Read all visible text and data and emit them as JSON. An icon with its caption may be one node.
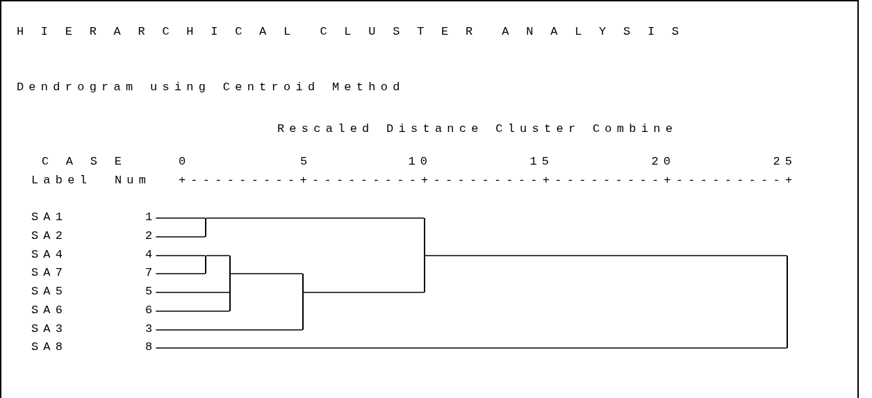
{
  "diagram": {
    "title": "H I E R A R C H I C A L  C L U S T E R  A N A L Y S I S",
    "nodes": [
      {
        "text": [
          "SA1",
          "1"
        ]
      },
      {
        "text": [
          "SA2",
          "2"
        ]
      },
      {
        "text": [
          "SA4",
          "4"
        ]
      },
      {
        "text": [
          "SA7",
          "7"
        ]
      },
      {
        "text": [
          "SA5",
          "5"
        ]
      },
      {
        "text": [
          "SA6",
          "6"
        ]
      },
      {
        "text": [
          "SA3",
          "3"
        ]
      },
      {
        "text": [
          "SA8",
          "8"
        ]
      },
      {
        "text": [],
        "shape": "bar"
      },
      {
        "text": [],
        "shape": "bar"
      },
      {
        "text": [],
        "shape": "bar"
      },
      {
        "text": [],
        "shape": "bar"
      },
      {
        "text": [],
        "shape": "bar"
      },
      {
        "text": [],
        "shape": "bar"
      }
    ],
    "edges": [
      {
        "from": 0,
        "to": 8,
        "arrow": "none"
      },
      {
        "from": 1,
        "to": 8,
        "arrow": "none"
      },
      {
        "from": 2,
        "to": 9,
        "arrow": "none"
      },
      {
        "from": 3,
        "to": 9,
        "arrow": "none"
      },
      {
        "from": 9,
        "to": 10,
        "arrow": "none"
      },
      {
        "from": 4,
        "to": 10,
        "arrow": "none"
      },
      {
        "from": 5,
        "to": 10,
        "arrow": "none"
      },
      {
        "from": 10,
        "to": 11,
        "arrow": "none"
      },
      {
        "from": 6,
        "to": 11,
        "arrow": "none"
      },
      {
        "from": 8,
        "to": 12,
        "arrow": "none"
      },
      {
        "from": 11,
        "to": 12,
        "arrow": "none"
      },
      {
        "from": 12,
        "to": 13,
        "arrow": "none"
      },
      {
        "from": 7,
        "to": 13,
        "arrow": "none"
      }
    ],
    "labels": [
      "Dendrogram using Centroid Method",
      "Rescaled Distance Cluster Combine",
      "C A S E",
      "0",
      "5",
      "10",
      "15",
      "20",
      "25",
      "Label",
      "Num",
      "+---------+---------+---------+---------+---------+"
    ]
  }
}
